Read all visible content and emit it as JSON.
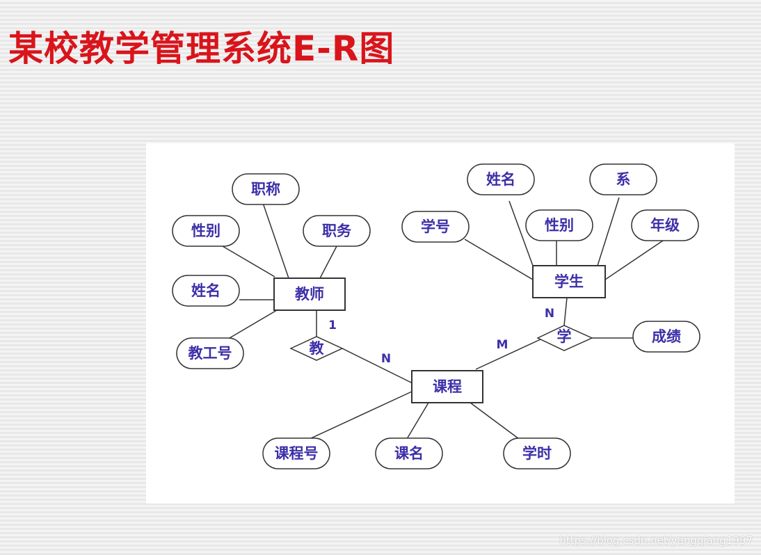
{
  "title": "某校教学管理系统E-R图",
  "watermark": "https://blog.csdn.net/yangqiang1997",
  "colors": {
    "title": "#d9141b",
    "label": "#3c2fa8",
    "stroke": "#333333"
  },
  "entities": {
    "teacher": "教师",
    "student": "学生",
    "course": "课程"
  },
  "relationships": {
    "teach": "教",
    "learn": "学"
  },
  "attributes": {
    "teacher_title": "职称",
    "teacher_gender": "性别",
    "teacher_position": "职务",
    "teacher_name": "姓名",
    "teacher_id": "教工号",
    "student_name": "姓名",
    "student_dept": "系",
    "student_id": "学号",
    "student_gender": "性别",
    "student_grade": "年级",
    "grade_score": "成绩",
    "course_id": "课程号",
    "course_name": "课名",
    "course_hours": "学时"
  },
  "cardinalities": {
    "teacher_teach": "1",
    "teach_course": "N",
    "student_learn": "N",
    "learn_course": "M"
  }
}
